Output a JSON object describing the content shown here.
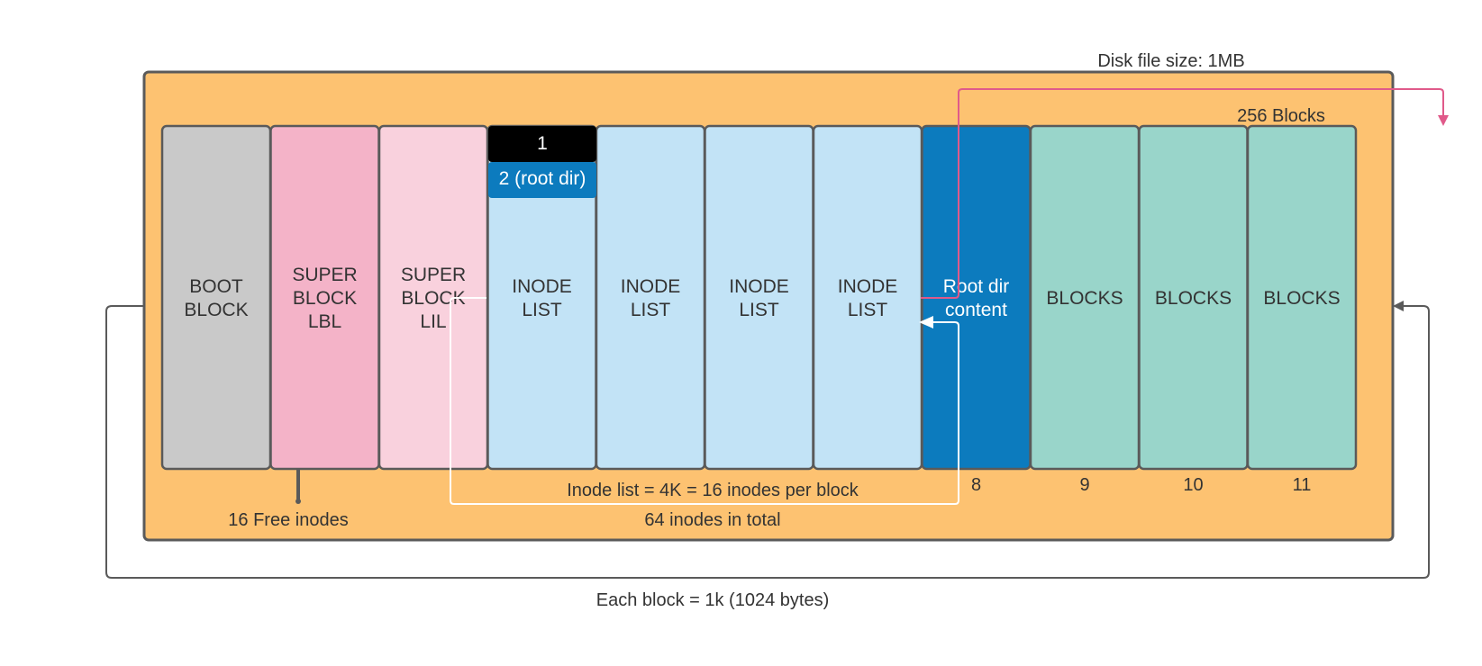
{
  "disk_size_label": "Disk file size: 1MB",
  "blocks_count_label": "256 Blocks",
  "free_inodes_label": "16 Free inodes",
  "inode_list_label": "Inode list = 4K = 16 inodes per block",
  "inodes_total_label": "64 inodes in total",
  "block_size_label": "Each block = 1k (1024 bytes)",
  "inode_1_label": "1",
  "inode_2_label": "2 (root dir)",
  "blocks": [
    {
      "lines": [
        "BOOT",
        "BLOCK"
      ],
      "color": "#c9c9c9",
      "text_color": "#333333",
      "number": ""
    },
    {
      "lines": [
        "SUPER",
        "BLOCK",
        "LBL"
      ],
      "color": "#f4b3c8",
      "text_color": "#333333",
      "number": ""
    },
    {
      "lines": [
        "SUPER",
        "BLOCK",
        "LIL"
      ],
      "color": "#f9d1dd",
      "text_color": "#333333",
      "number": ""
    },
    {
      "lines": [
        "INODE",
        "LIST"
      ],
      "color": "#c2e3f6",
      "text_color": "#333333",
      "number": ""
    },
    {
      "lines": [
        "INODE",
        "LIST"
      ],
      "color": "#c2e3f6",
      "text_color": "#333333",
      "number": ""
    },
    {
      "lines": [
        "INODE",
        "LIST"
      ],
      "color": "#c2e3f6",
      "text_color": "#333333",
      "number": ""
    },
    {
      "lines": [
        "INODE",
        "LIST"
      ],
      "color": "#c2e3f6",
      "text_color": "#333333",
      "number": ""
    },
    {
      "lines": [
        "Root dir",
        "content"
      ],
      "color": "#0c7bbe",
      "text_color": "#ffffff",
      "number": "8"
    },
    {
      "lines": [
        "BLOCKS"
      ],
      "color": "#99d5ca",
      "text_color": "#333333",
      "number": "9"
    },
    {
      "lines": [
        "BLOCKS"
      ],
      "color": "#99d5ca",
      "text_color": "#333333",
      "number": "10"
    },
    {
      "lines": [
        "BLOCKS"
      ],
      "color": "#99d5ca",
      "text_color": "#333333",
      "number": "11"
    }
  ],
  "colors": {
    "disk_background": "#fdc271",
    "border": "#5a5a5a",
    "inode_1_fill": "#000000",
    "inode_2_fill": "#0c7bbe",
    "pointer_arrow": "#e05a8a",
    "white_arrow": "#ffffff",
    "outer_arrow": "#5a5a5a"
  }
}
